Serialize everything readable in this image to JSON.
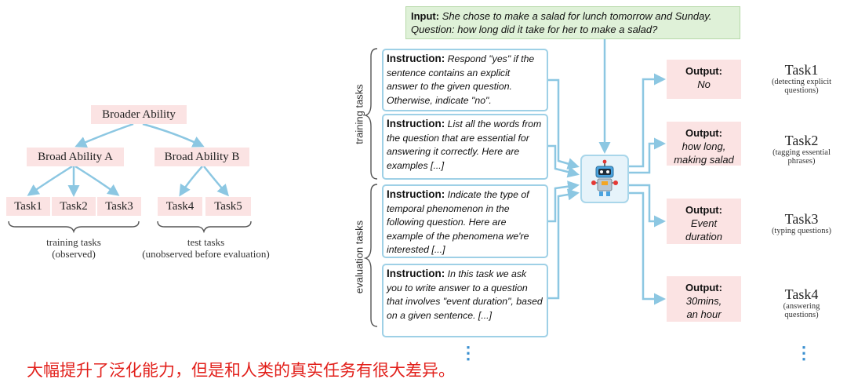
{
  "hierarchy": {
    "root": "Broader Ability",
    "ability_a": "Broad Ability A",
    "ability_b": "Broad Ability B",
    "tasks": [
      "Task1",
      "Task2",
      "Task3",
      "Task4",
      "Task5"
    ],
    "training_caption": [
      "training  tasks",
      "(observed)"
    ],
    "test_caption": [
      "test tasks",
      "(unobserved before evaluation)"
    ]
  },
  "input": {
    "label": "Input:",
    "line1": "She chose to make a salad for lunch tomorrow and Sunday.",
    "question_label": "Question:",
    "question": "how long did it take for her to make a salad?"
  },
  "group_labels": {
    "training": "training  tasks",
    "evaluation": "evaluation  tasks"
  },
  "instructions": [
    {
      "label": "Instruction:",
      "text": "Respond \"yes\" if the sentence contains an explicit answer to the given question. Otherwise, indicate \"no\"."
    },
    {
      "label": "Instruction:",
      "text": "List all the words from the question that are essential for answering it correctly. Here are examples [...]"
    },
    {
      "label": "Instruction:",
      "text": "Indicate the type of temporal phenomenon in the following question. Here are example of the phenomena we're interested  [...]"
    },
    {
      "label": "Instruction:",
      "text": "In this task we ask you to write answer to a question that involves \"event duration\", based on a given sentence.  [...]"
    }
  ],
  "outputs": [
    {
      "label": "Output:",
      "lines": [
        "No"
      ]
    },
    {
      "label": "Output:",
      "lines": [
        "how long,",
        "making salad"
      ]
    },
    {
      "label": "Output:",
      "lines": [
        "Event",
        "duration"
      ]
    },
    {
      "label": "Output:",
      "lines": [
        "30mins,",
        "an hour"
      ]
    }
  ],
  "task_labels": [
    {
      "name": "Task1",
      "desc": [
        "(detecting explicit",
        "questions)"
      ]
    },
    {
      "name": "Task2",
      "desc": [
        "(tagging essential",
        "phrases)"
      ]
    },
    {
      "name": "Task3",
      "desc": [
        "(typing questions)"
      ]
    },
    {
      "name": "Task4",
      "desc": [
        "(answering",
        "questions)"
      ]
    }
  ],
  "footer_text": "大幅提升了泛化能力，但是和人类的真实任务有很大差异。",
  "ellipsis": "⋮",
  "icons": {
    "model": "robot-icon"
  },
  "colors": {
    "arrow": "#8cc7e2",
    "box_pink": "#fbe3e3",
    "box_green": "#dff1d8",
    "instruction_border": "#9ed0e6",
    "footer_red": "#e2211c"
  }
}
